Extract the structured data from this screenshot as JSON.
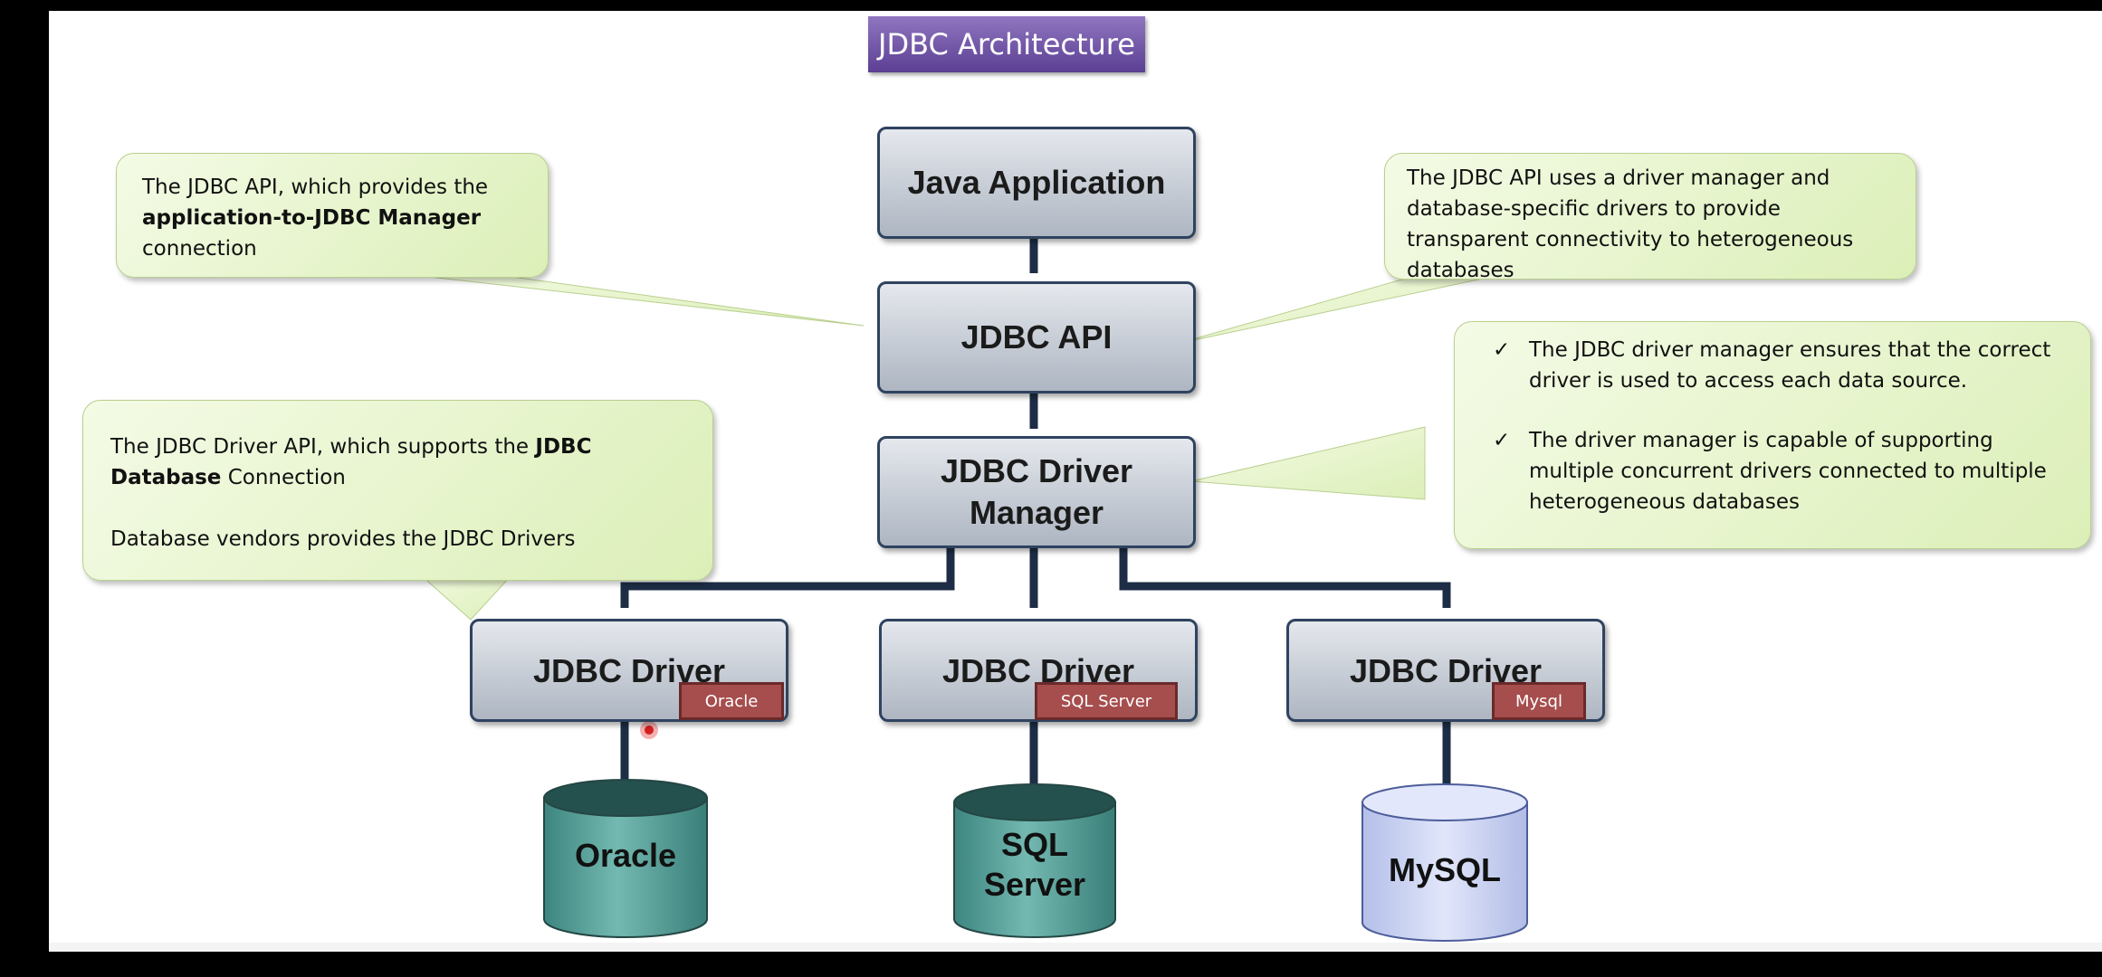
{
  "title": "JDBC Architecture",
  "nodes": {
    "java_application": "Java Application",
    "jdbc_api": "JDBC API",
    "driver_manager_line1": "JDBC Driver",
    "driver_manager_line2": "Manager",
    "drivers": [
      {
        "label": "JDBC Driver",
        "tag": "Oracle"
      },
      {
        "label": "JDBC Driver",
        "tag": "SQL Server"
      },
      {
        "label": "JDBC Driver",
        "tag": "Mysql"
      }
    ]
  },
  "databases": [
    {
      "line1": "Oracle",
      "line2": ""
    },
    {
      "line1": "SQL",
      "line2": "Server"
    },
    {
      "line1": "MySQL",
      "line2": ""
    }
  ],
  "callouts": {
    "left_top": {
      "part1": "The JDBC API, which provides the ",
      "bold": "application-to-JDBC Manager",
      "part2": " connection"
    },
    "right_top": "The JDBC API uses a driver manager and database-specific drivers to provide transparent connectivity to heterogeneous databases",
    "right_mid": {
      "check": "✓",
      "item1": "The JDBC driver manager ensures that the correct driver is used to access each data source.",
      "item2": "The driver manager is capable of supporting multiple concurrent drivers connected to multiple heterogeneous databases"
    },
    "left_mid": {
      "part1": "The JDBC Driver API, which supports the ",
      "bold": "JDBC Database",
      "part2": " Connection",
      "line2": "Database vendors provides  the JDBC Drivers"
    }
  },
  "colors": {
    "title_bg": "#6b4fa3",
    "node_border": "#2f4360",
    "callout_bg": "#e4f3c8",
    "tag_bg": "#a64d4d",
    "db_teal": "#4f9c96",
    "db_lavender": "#c9d2f2"
  }
}
